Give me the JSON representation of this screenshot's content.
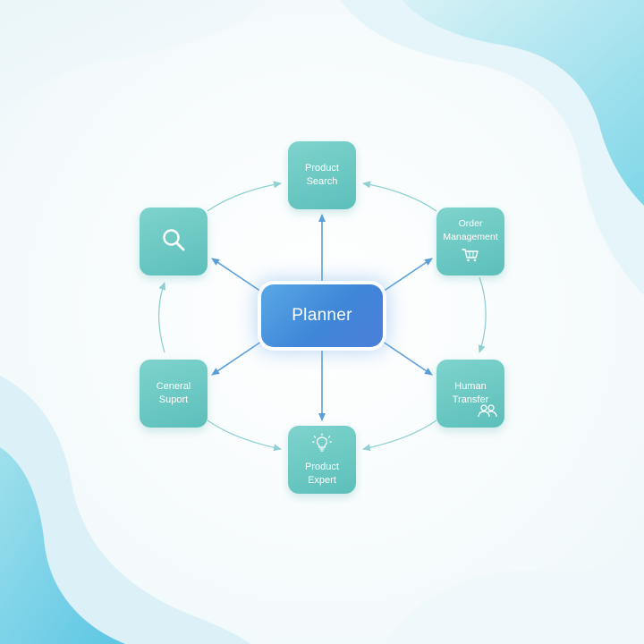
{
  "diagram": {
    "center": {
      "label": "Planner"
    },
    "nodes": {
      "product_search": {
        "label": "Product\nSearch",
        "icon": "none"
      },
      "order_management": {
        "label": "Order\nManagement",
        "icon": "shopping-cart-icon"
      },
      "human_transfer": {
        "label": "Human\nTransfer",
        "icon": "people-icon"
      },
      "product_expert": {
        "label": "Product\nExpert",
        "icon": "lightbulb-icon"
      },
      "general_support": {
        "label": "Ceneral\nSuport",
        "icon": "none"
      },
      "search": {
        "label": "",
        "icon": "magnifier-icon"
      }
    },
    "colors": {
      "node_fill": "#6ccac4",
      "planner_fill": "#4a92de",
      "arrow_color": "#5b9fd8",
      "ring_arrow_color": "#8fd0d2",
      "blob_color": "#8fd8e6"
    }
  }
}
